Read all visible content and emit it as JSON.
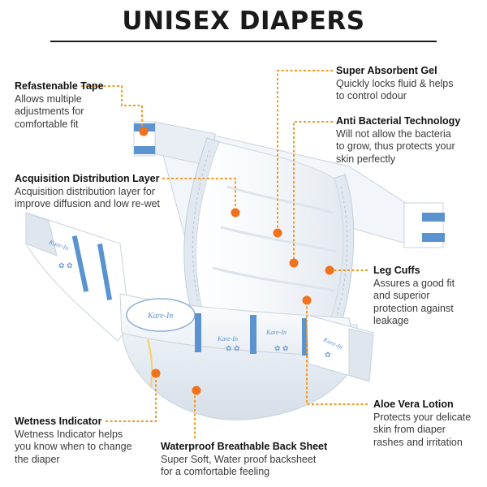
{
  "title": "UNISEX DIAPERS",
  "brand": "Kare-In",
  "colors": {
    "accent": "#f39a1e",
    "strip": "#5b93d1",
    "text": "#2a2a2a"
  },
  "callouts": [
    {
      "name": "refastenable-tape",
      "heading": "Refastenable Tape",
      "description": "Allows multiple\nadjustments for\ncomfortable fit"
    },
    {
      "name": "super-absorbent-gel",
      "heading": "Super Absorbent Gel",
      "description": "Quickly locks fluid & helps\nto control odour"
    },
    {
      "name": "anti-bacterial-technology",
      "heading": "Anti Bacterial Technology",
      "description": "Will not allow the bacteria\nto grow, thus protects your\nskin perfectly"
    },
    {
      "name": "acquisition-distribution-layer",
      "heading": "Acquisition Distribution Layer",
      "description": "Acquisition distribution layer for\nimprove diffusion and low re-wet"
    },
    {
      "name": "leg-cuffs",
      "heading": "Leg Cuffs",
      "description": "Assures a good fit\nand superior\nprotection against\nleakage"
    },
    {
      "name": "aloe-vera-lotion",
      "heading": "Aloe Vera Lotion",
      "description": "Protects your delicate\nskin from diaper\nrashes and irritation"
    },
    {
      "name": "wetness-indicator",
      "heading": "Wetness Indicator",
      "description": "Wetness Indicator helps\nyou know when to change\nthe diaper"
    },
    {
      "name": "waterproof-back-sheet",
      "heading": "Waterproof Breathable Back Sheet",
      "description": "Super Soft, Water proof backsheet\nfor a comfortable feeling"
    }
  ]
}
